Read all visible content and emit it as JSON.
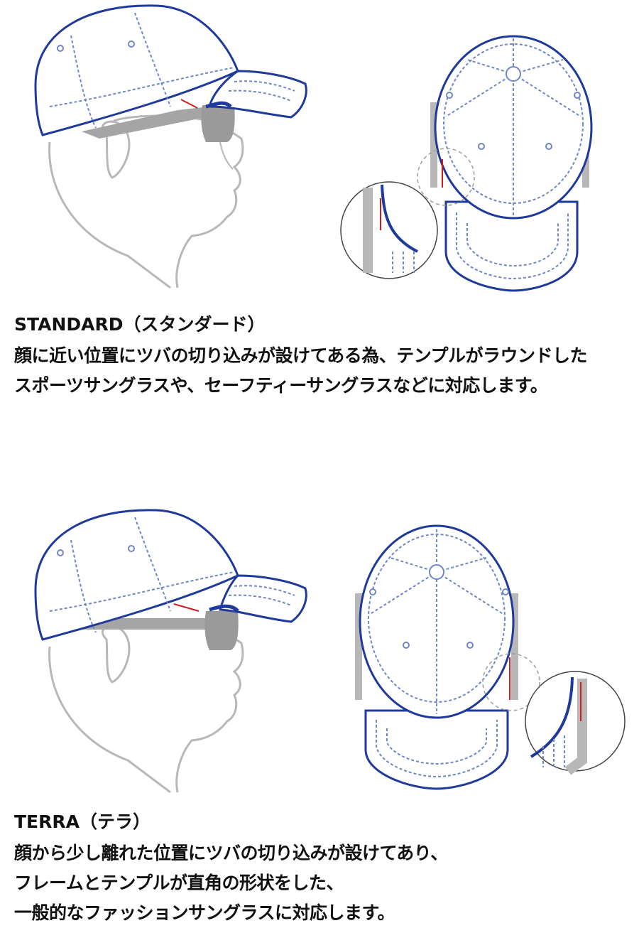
{
  "standard": {
    "heading": "STANDARD（スタンダード）",
    "lines": [
      "顔に近い位置にツバの切り込みが設けてある為、テンプルがラウンドした",
      "スポーツサングラスや、セーフティーサングラスなどに対応します。"
    ]
  },
  "terra": {
    "heading": "TERRA（テラ）",
    "lines": [
      "顔から少し離れた位置にツバの切り込みが設けてあり、",
      "フレームとテンプルが直角の形状をした、",
      "一般的なファッションサングラスに対応します。"
    ]
  },
  "colors": {
    "cap_outline": "#1f3a9a",
    "stitch": "#6f86c8",
    "face_line": "#b8b8b8",
    "glasses": "#9e9e9e",
    "cut_mark": "#d11a1a"
  }
}
